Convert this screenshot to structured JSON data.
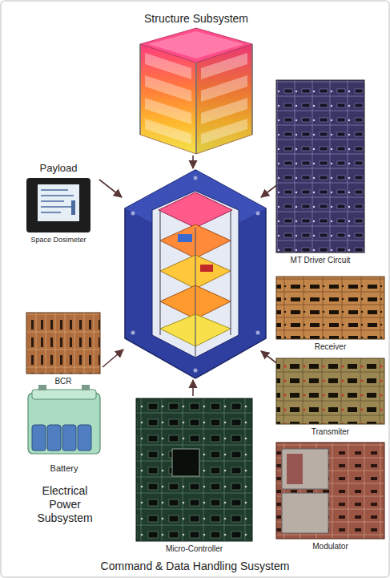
{
  "diagram": {
    "nodes": [
      {
        "text": [
          "Structure Subsystem"
        ]
      },
      {
        "text": [
          "MT Driver Circuit"
        ]
      },
      {
        "text": [
          "Payload",
          "Space Dosimeter"
        ]
      },
      {
        "text": [
          "Receiver"
        ]
      },
      {
        "text": [
          "BCR"
        ]
      },
      {
        "text": [
          "Transmiter"
        ]
      },
      {
        "text": [
          "Battery"
        ]
      },
      {
        "text": [
          "Micro-Controller"
        ]
      },
      {
        "text": [
          "Modulator"
        ]
      }
    ],
    "labels": [
      "Electrical Power Subsystem",
      "Command & Data Handling Susystem"
    ]
  }
}
